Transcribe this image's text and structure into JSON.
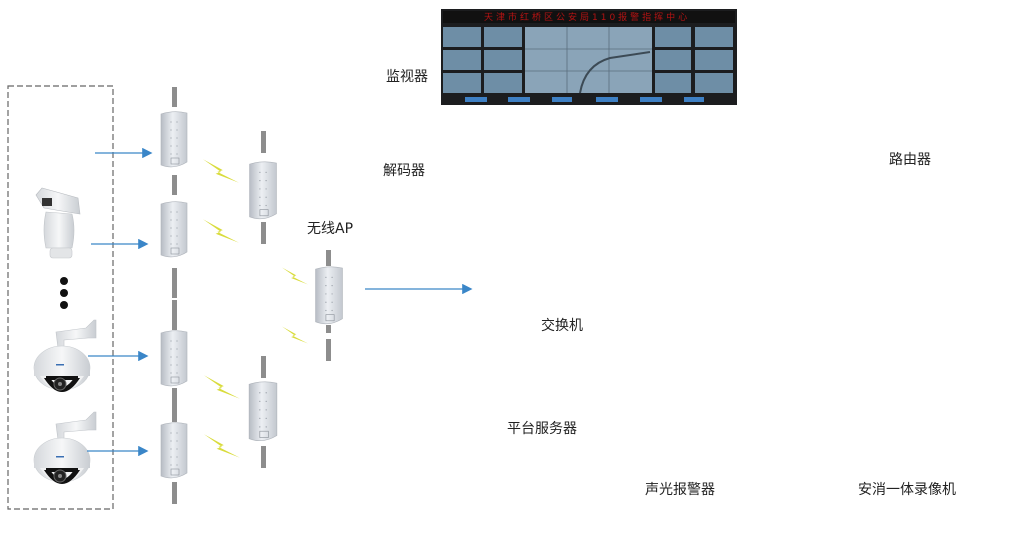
{
  "labels": {
    "monitor": "监视器",
    "decoder": "解码器",
    "wireless_ap": "无线AP",
    "switch": "交换机",
    "platform_server": "平台服务器",
    "alarm": "声光报警器",
    "router": "路由器",
    "nvr": "安消一体录像机"
  },
  "video_wall": {
    "banner": "天津市红桥区公安局110报警指挥中心"
  },
  "colors": {
    "line": "#555555",
    "dashed": "#666666",
    "arrow": "#3a86c8",
    "lightning": "#d9dc3c",
    "alarm_red": "#e8261c",
    "banner_text": "#b31313"
  },
  "icons": {
    "ptz_camera": "ptz-camera-icon",
    "dome_camera": "dome-camera-icon",
    "wireless_bridge": "wireless-bridge-icon",
    "lightning": "lightning-icon",
    "video_wall": "video-wall-icon",
    "decoder": "decoder-icon",
    "switch": "network-switch-icon",
    "server": "rack-server-icon",
    "alarm": "alarm-light-icon",
    "router": "router-icon",
    "nvr": "nvr-icon"
  }
}
